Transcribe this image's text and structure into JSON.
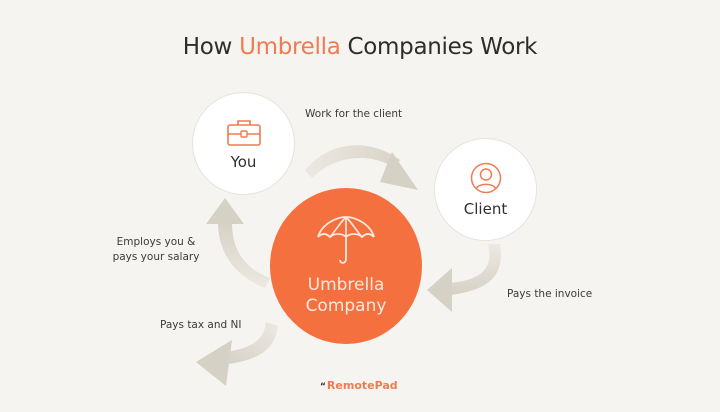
{
  "title": {
    "prefix": "How ",
    "accent": "Umbrella",
    "suffix": " Companies Work",
    "accent_color": "#ef7b52"
  },
  "nodes": {
    "you": {
      "label": "You",
      "icon": "briefcase-icon"
    },
    "client": {
      "label": "Client",
      "icon": "user-icon"
    },
    "umbrella": {
      "line1": "Umbrella",
      "line2": "Company",
      "icon": "umbrella-icon",
      "color": "#f5703f"
    }
  },
  "flows": {
    "work": "Work for the client",
    "invoice": "Pays the invoice",
    "employs_line1": "Employs you &",
    "employs_line2": "pays your salary",
    "tax": "Pays tax and NI"
  },
  "brand": {
    "name": "RemotePad",
    "mark": "“"
  },
  "colors": {
    "background": "#f6f4f0",
    "arrow": "#dcd8ce",
    "text": "#2d2d2b"
  }
}
